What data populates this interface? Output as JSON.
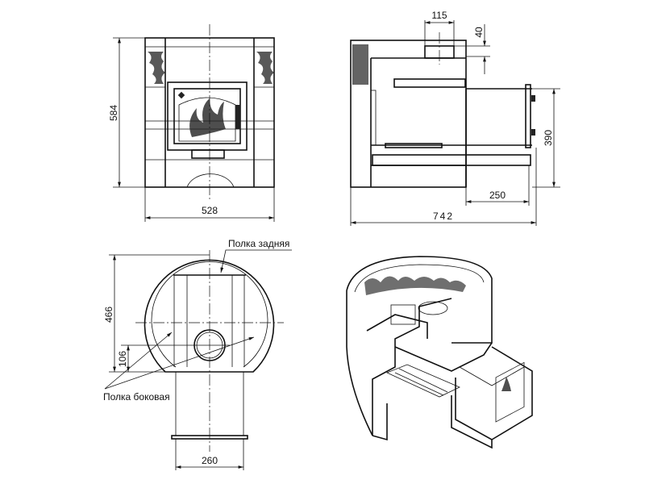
{
  "dimensions": {
    "front_height": "584",
    "front_width": "528",
    "chimney_diameter": "115",
    "chimney_height": "40",
    "tunnel_height": "390",
    "tunnel_length": "250",
    "total_depth": "742",
    "top_depth": "466",
    "chimney_offset": "106",
    "tunnel_width": "260"
  },
  "labels": {
    "rear_shelf": "Полка задняя",
    "side_shelf": "Полка боковая"
  },
  "colors": {
    "line": "#111111",
    "background": "#ffffff"
  }
}
